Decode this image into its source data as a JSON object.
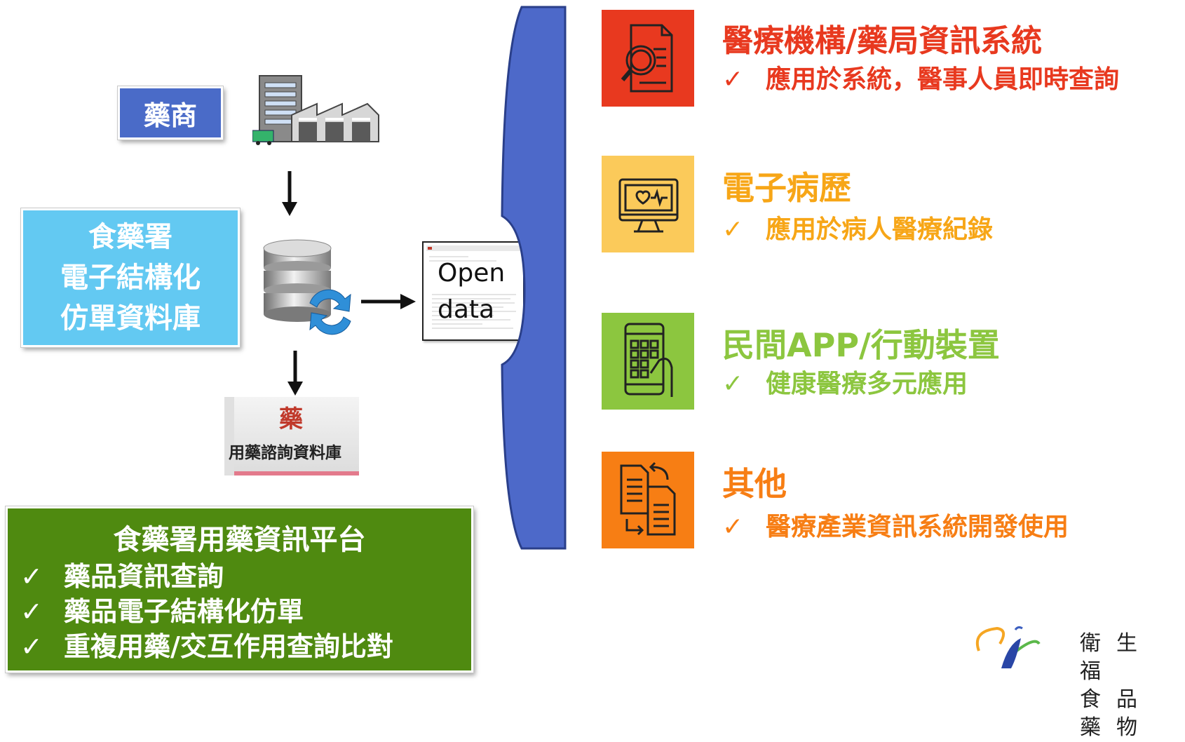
{
  "left": {
    "pharma_label": "藥商",
    "tfda_db_lines": [
      "食藥署",
      "電子結構化",
      "仿單資料庫"
    ],
    "opendata_lines": [
      "Open",
      "data"
    ],
    "consult_db_label": "用藥諮詢資料庫",
    "consult_db_glyph": "藥",
    "platform": {
      "title": "食藥署用藥資訊平台",
      "check": "✓",
      "items": [
        "藥品資訊查詢",
        "藥品電子結構化仿單",
        "重複用藥/交互作用查詢比對"
      ]
    }
  },
  "categories": [
    {
      "title": "醫療機構/藥局資訊系統",
      "desc": "應用於系統，醫事人員即時查詢",
      "color": "#e8391f",
      "tile_color": "#e8391f",
      "icon": "document-search-icon"
    },
    {
      "title": "電子病歷",
      "desc": "應用於病人醫療紀錄",
      "color": "#f7a617",
      "tile_color": "#fbca5a",
      "icon": "monitor-heartbeat-icon"
    },
    {
      "title": "民間APP/行動裝置",
      "desc": "健康醫療多元應用",
      "color": "#8cc63f",
      "tile_color": "#8cc63f",
      "icon": "smartphone-hand-icon"
    },
    {
      "title": "其他",
      "desc": "醫療產業資訊系統開發使用",
      "color": "#f77e14",
      "tile_color": "#f77e14",
      "icon": "document-exchange-icon"
    }
  ],
  "check": "✓",
  "logo": {
    "line1": "衛生福",
    "line2": "食品藥物"
  },
  "colors": {
    "bracket": "#4d69c9"
  }
}
